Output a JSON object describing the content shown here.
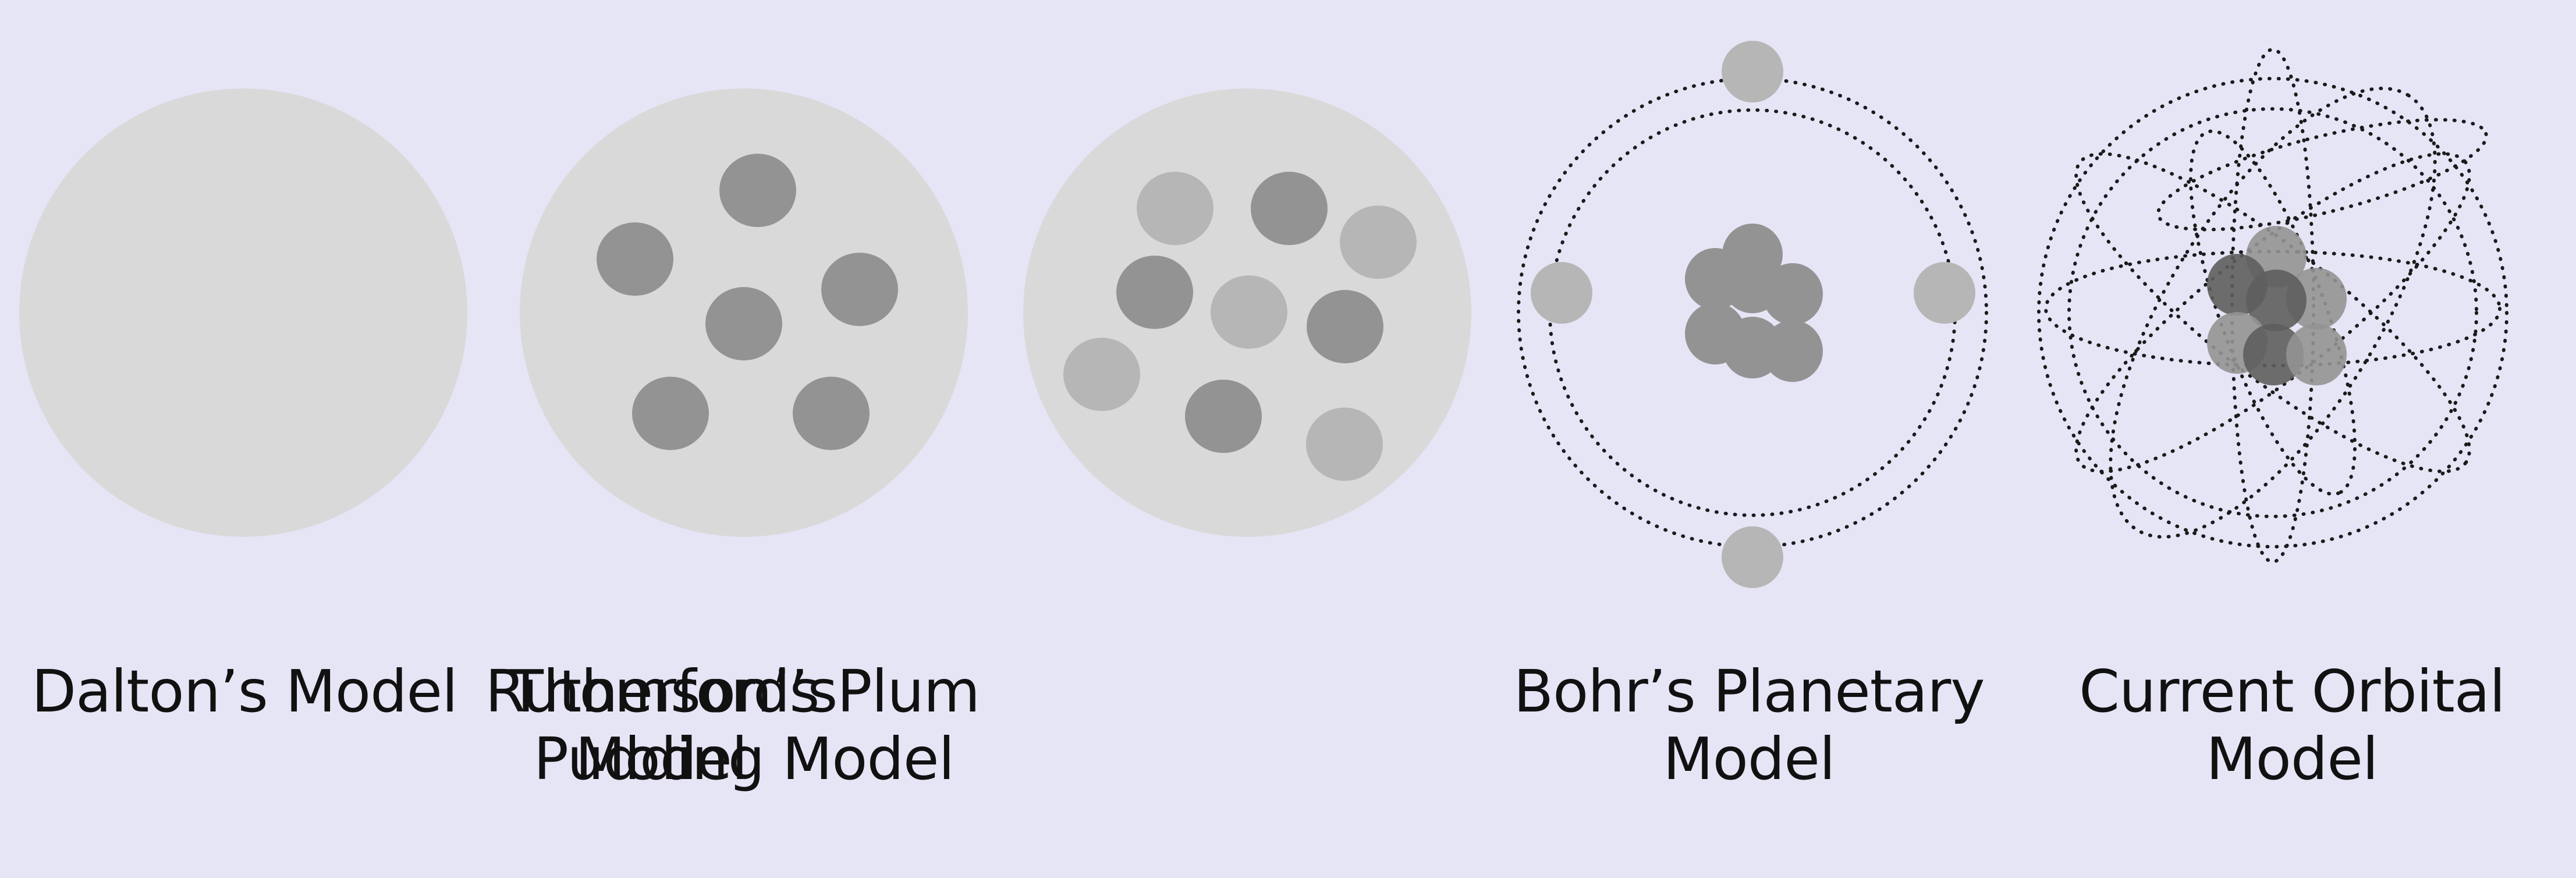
{
  "colors": {
    "background": "#e6e5f6",
    "sphere": "#d9d9d9",
    "dark_particle": "#939393",
    "light_particle": "#b6b6b6",
    "darkest_particle": "#5e5e5e",
    "orbit_line": "#1a1a1a",
    "text": "#111111"
  },
  "models": [
    {
      "caption": "Dalton’s Model"
    },
    {
      "caption": "Thomson’s Plum\nPudding Model"
    },
    {
      "caption": "Rutherford’s\nModel"
    },
    {
      "caption": "Bohr’s Planetary\nModel"
    },
    {
      "caption": "Current Orbital\nModel"
    }
  ]
}
